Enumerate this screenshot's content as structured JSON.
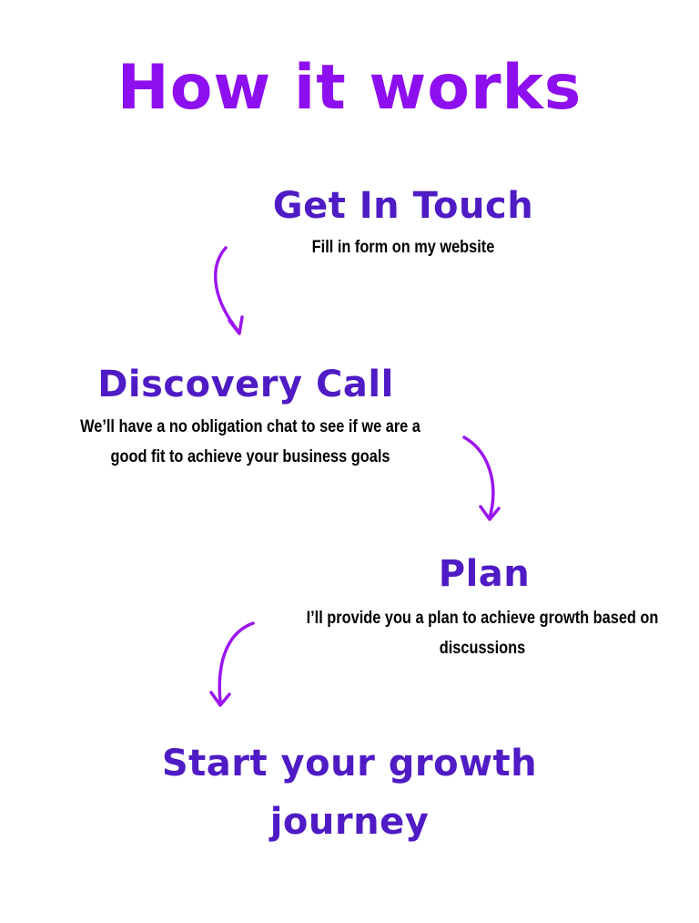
{
  "title": "How it works",
  "steps": [
    {
      "title": "Get In Touch",
      "description": "Fill in form on my website"
    },
    {
      "title": "Discovery Call",
      "description": "We’ll have a no obligation chat to see if we are a good fit to achieve your business goals"
    },
    {
      "title": "Plan",
      "description": "I’ll provide you a plan to achieve growth based on discussions"
    },
    {
      "title": "Start your growth journey"
    }
  ],
  "colors": {
    "title": "#8d0ff0",
    "step_title": "#4e1bc4",
    "arrow": "#9b16ef",
    "description": "#000000",
    "background": "#ffffff"
  },
  "icons": [
    "curved-arrow-icon",
    "curved-arrow-icon",
    "curved-arrow-icon"
  ]
}
